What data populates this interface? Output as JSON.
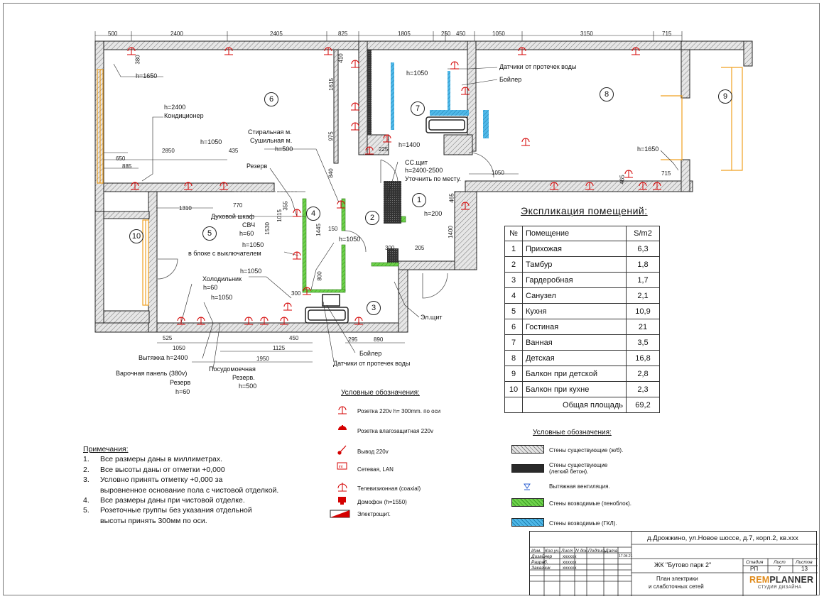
{
  "dims_top": [
    "500",
    "2400",
    "2405",
    "825",
    "1805",
    "250",
    "450",
    "1050",
    "3150",
    "715"
  ],
  "dims_misc": {
    "d380": "380",
    "d410": "410",
    "d1615": "1615",
    "d975": "975",
    "d840": "840",
    "d650": "650",
    "d885": "885",
    "d2850": "2850",
    "d435": "435",
    "d1310": "1310",
    "d770": "770",
    "d1015": "1015",
    "d1530": "1530",
    "d355": "355",
    "d1445": "1445",
    "d150": "150",
    "d800": "800",
    "d300a": "300",
    "d205": "205",
    "d300b": "300",
    "d1400": "1400",
    "d465a": "465",
    "d225": "225",
    "d1050a": "1050",
    "d715b": "715",
    "d465b": "465",
    "d525": "525",
    "d1050b": "1050",
    "d450": "450",
    "d1125": "1125",
    "d1950": "1950",
    "d295": "295",
    "d890": "890"
  },
  "rooms": {
    "r1": "1",
    "r2": "2",
    "r3": "3",
    "r4": "4",
    "r5": "5",
    "r6": "6",
    "r7": "7",
    "r8": "8",
    "r9": "9",
    "r10": "10"
  },
  "plan_labels": {
    "h1650a": "h=1650",
    "ac_h": "h=2400",
    "ac_name": "Кондиционер",
    "h1050a": "h=1050",
    "washer": "Стиральная м.",
    "dryer": "Сушильная м.",
    "h500a": "h=500",
    "reserve1": "Резерв",
    "oven": "Духовой шкаф",
    "svch": "СВЧ",
    "h60a": "h=60",
    "h1050b": "h=1050",
    "in_block": "в блоке с выключателем",
    "h1050c": "h=1050",
    "fridge": "Холодильник",
    "h60b": "h=60",
    "h1050d": "h=1050",
    "h1050e": "h=1050",
    "h1050f": "h=1050",
    "h1400": "h=1400",
    "ss_shield": "СС.щит",
    "ss_h": "h=2400-2500",
    "ss_note": "Уточнить по месту.",
    "h200": "h=200",
    "leak_sensors_top": "Датчики от протечек воды",
    "boiler_top": "Бойлер",
    "h1650b": "h=1650",
    "el_shield": "Эл.щит",
    "hood": "Вытяжка h=2400",
    "hob": "Варочная панель (380v)",
    "reserve2": "Резерв",
    "h60c": "h=60",
    "dishwasher": "Посудомоечная",
    "reserve3": "Резерв.",
    "h500b": "h=500",
    "boiler_bottom": "Бойлер",
    "leak_sensors_bottom": "Датчики от протечек воды"
  },
  "explication": {
    "title": "Экспликация помещений:",
    "headers": [
      "№",
      "Помещение",
      "S/m2"
    ],
    "rows": [
      [
        "1",
        "Прихожая",
        "6,3"
      ],
      [
        "2",
        "Тамбур",
        "1,8"
      ],
      [
        "3",
        "Гардеробная",
        "1,7"
      ],
      [
        "4",
        "Санузел",
        "2,1"
      ],
      [
        "5",
        "Кухня",
        "10,9"
      ],
      [
        "6",
        "Гостиная",
        "21"
      ],
      [
        "7",
        "Ванная",
        "3,5"
      ],
      [
        "8",
        "Детская",
        "16,8"
      ],
      [
        "9",
        "Балкон при детской",
        "2,8"
      ],
      [
        "10",
        "Балкон при кухне",
        "2,3"
      ]
    ],
    "total_label": "Общая площадь",
    "total_value": "69,2"
  },
  "legend_electric": {
    "title": "Условные обозначения:",
    "items": [
      {
        "icon": "socket-220v-icon",
        "text": "Розетка 220v  h= 300mm. по оси"
      },
      {
        "icon": "moisture-socket-icon",
        "text": "Розетка влагозащитная 220v"
      },
      {
        "icon": "output-220v-icon",
        "text": "Вывод 220v"
      },
      {
        "icon": "lan-icon",
        "text": "Сетевая, LAN"
      },
      {
        "icon": "tv-coax-icon",
        "text": "Телевизионная (coaxial)"
      },
      {
        "icon": "intercom-icon",
        "text": "Домофон (h=1550)"
      },
      {
        "icon": "electrical-panel-icon",
        "text": "Электрощит."
      }
    ]
  },
  "legend_walls": {
    "title": "Условные обозначения:",
    "items": [
      {
        "text": "Стены существующие (ж/б).",
        "color": "#cfcfcf"
      },
      {
        "text": "Стены существующие\n(легкий бетон).",
        "color": "#2a2a2a"
      },
      {
        "text": "Вытяжная вентиляция.",
        "color": "#2b5fd0"
      },
      {
        "text": "Стены возводимые (пеноблок).",
        "color": "#5cc83a"
      },
      {
        "text": "Стены возводимые (ГКЛ).",
        "color": "#3aa6dc"
      }
    ]
  },
  "notes": {
    "title": "Примечания:",
    "items": [
      {
        "n": "1.",
        "t": "Все размеры даны в миллиметрах."
      },
      {
        "n": "2.",
        "t": "Все высоты даны от отметки +0,000"
      },
      {
        "n": "3.",
        "t": "Условно принять отметку +0,000 за"
      },
      {
        "n": "",
        "t": "выровненное основание пола с чистовой отделкой."
      },
      {
        "n": "4.",
        "t": "Все размеры даны при чистовой отделке."
      },
      {
        "n": "5.",
        "t": "Розеточные группы без указания отдельной"
      },
      {
        "n": "",
        "t": "высоты принять 300мм по оси."
      }
    ]
  },
  "title_block": {
    "address": "д.Дрожжино, ул.Новое шоссе, д.7, корп.2, кв.xxx",
    "project": "ЖК \"Бутово парк 2\"",
    "sheet_title_1": "План электрики",
    "sheet_title_2": "и слаботочных сетей",
    "col_izm": "Изм.",
    "col_kol": "Кол.уч.",
    "col_list": "Лист",
    "col_ndok": "N док.",
    "col_podpis": "Подпись",
    "col_data": "Дата",
    "role_designer": "Дизайнер",
    "role_razrab": "Разраб.",
    "role_zakazchik": "Заказчик",
    "name_designer": "хxxxxx",
    "name_razrab": "хxxxxx",
    "name_zakazchik": "хxxxxx",
    "date": "17.04.21",
    "stage_label": "Стадия",
    "sheet_label": "Лист",
    "sheets_label": "Листов",
    "stage": "РП",
    "sheet": "7",
    "sheets": "13",
    "brand_main": "REM",
    "brand_accent": "PLANNER",
    "brand_sub": "СТУДИЯ ДИЗАЙНА"
  },
  "colors": {
    "socket": "#d40000",
    "green_wall": "#5cc83a",
    "blue_wall": "#3aa6dc",
    "hatch": "#9a9a9a",
    "orange": "#f0a020"
  }
}
